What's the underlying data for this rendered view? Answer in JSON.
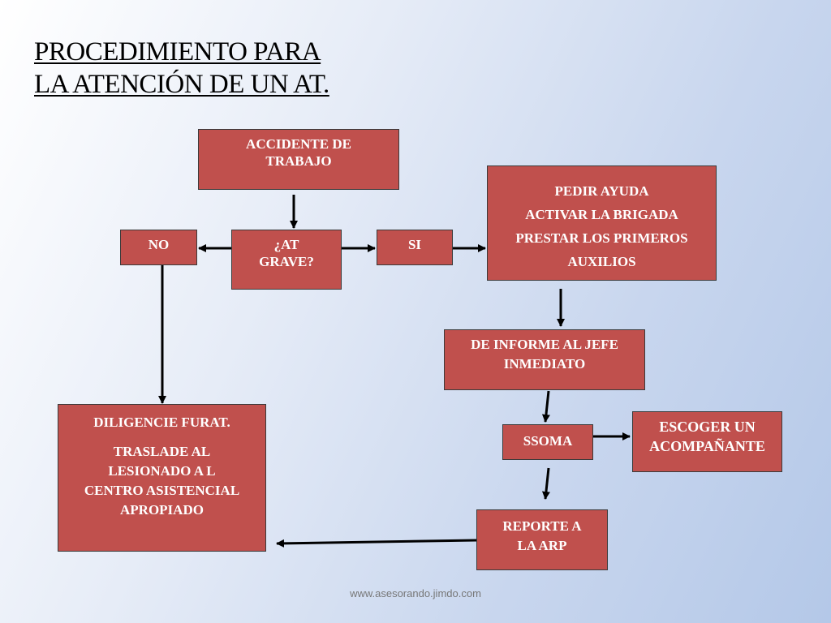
{
  "title": {
    "line1": "PROCEDIMIENTO PARA",
    "line2": "LA ATENCIÓN DE UN AT."
  },
  "nodes": {
    "accidente": [
      "ACCIDENTE DE",
      "TRABAJO"
    ],
    "grave": [
      "¿AT",
      "GRAVE?"
    ],
    "no": "NO",
    "si": "SI",
    "ayuda": [
      "PEDIR AYUDA",
      "ACTIVAR LA BRIGADA",
      "PRESTAR LOS PRIMEROS",
      "AUXILIOS"
    ],
    "informe": [
      "DE INFORME AL JEFE",
      "INMEDIATO"
    ],
    "ssoma": "SSOMA",
    "acompanante": [
      "ESCOGER UN",
      "ACOMPAÑANTE"
    ],
    "reporte": [
      "REPORTE A",
      "LA  ARP"
    ],
    "furat": "DILIGENCIE FURAT.",
    "traslado": [
      "TRASLADE AL",
      "LESIONADO A L",
      "CENTRO ASISTENCIAL",
      "APROPIADO"
    ]
  },
  "colors": {
    "box_fill": "#c0504d",
    "box_border": "#3a3a3a",
    "arrow": "#000000"
  },
  "footer": "www.asesorando.jimdo.com"
}
